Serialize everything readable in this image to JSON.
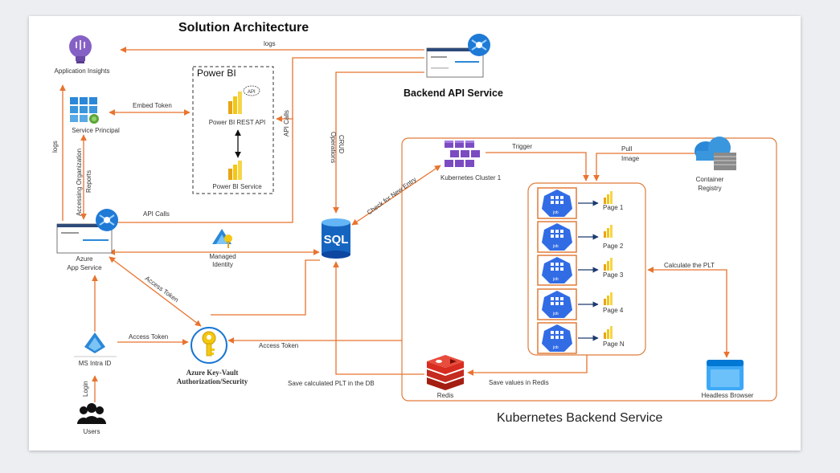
{
  "diagram": {
    "title": "Solution Architecture",
    "nodes": {
      "app_insights": "Application Insights",
      "service_principal": "Service Principal",
      "power_bi_group": "Power BI",
      "power_bi_rest_api": "Power BI REST API",
      "power_bi_service": "Power BI Service",
      "api_badge": "API",
      "backend_api": "Backend API Service",
      "azure_app_service_line1": "Azure",
      "azure_app_service_line2": "App Service",
      "managed_identity_line1": "Managed",
      "managed_identity_line2": "Identity",
      "sql": "SQL",
      "ms_intra_id": "MS Intra ID",
      "users": "Users",
      "key_vault_line1": "Azure Key-Vault",
      "key_vault_line2": "Authorization/Security",
      "k8s_cluster": "Kubernetes Cluster 1",
      "container_registry_line1": "Container",
      "container_registry_line2": "Registry",
      "redis": "Redis",
      "headless_browser": "Headless Browser",
      "k8s_backend": "Kubernetes Backend Service",
      "job_badge": "job",
      "pages": [
        "Page 1",
        "Page 2",
        "Page 3",
        "Page 4",
        "Page N"
      ]
    },
    "edges": {
      "logs_top": "logs",
      "logs_side": "logs",
      "embed_token": "Embed Token",
      "api_calls_vertical": "API Calls",
      "api_calls_horizontal": "API Calls",
      "crud_line1": "CRUD",
      "crud_line2": "Operations",
      "accessing_line1": "Accessing Organization",
      "accessing_line2": "Reports",
      "check_new_entry": "Check for New Entry",
      "trigger": "Trigger",
      "pull_line1": "Pull",
      "pull_line2": "Image",
      "access_token_diag": "Access Token",
      "access_token_intra": "Access Token",
      "access_token_k8s": "Access Token",
      "calculate_plt": "Calculate the PLT",
      "save_values_redis": "Save values in Redis",
      "save_plt_db": "Save calculated PLT in the DB",
      "login": "Login"
    },
    "colors": {
      "arrow": "#e8742f",
      "k8s_border": "#e07b39",
      "job_blue": "#326ce5",
      "powerbi_yellow": "#f2c811",
      "powerbi_dark": "#e8a317",
      "redis_red": "#d82c20",
      "azure_blue": "#0078d4",
      "sql_blue": "#1565c0"
    }
  }
}
